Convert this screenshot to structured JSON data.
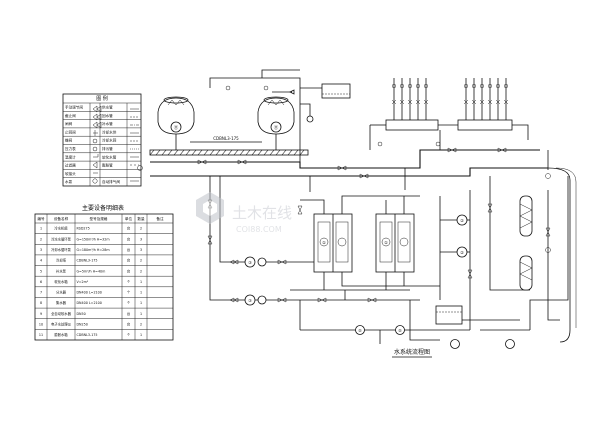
{
  "drawing": {
    "legend_title": "图 例",
    "legend_rows": [
      {
        "name": "手动调节阀",
        "name2": "供水管"
      },
      {
        "name": "截止阀",
        "name2": "回水管"
      },
      {
        "name": "闸阀",
        "name2": "补水管"
      },
      {
        "name": "止回阀",
        "name2": "冷却水供"
      },
      {
        "name": "蝶阀",
        "name2": "冷却水回"
      },
      {
        "name": "压力表",
        "name2": "排污管"
      },
      {
        "name": "温度计",
        "name2": "软化水管"
      },
      {
        "name": "过滤器",
        "name2": "膨胀管"
      },
      {
        "name": "软接头",
        "name2": ""
      },
      {
        "name": "水泵",
        "name2": "自动排气阀"
      }
    ],
    "equipment_title": "主要设备明细表",
    "equipment_headers": [
      "编号",
      "设备名称",
      "型号及规格",
      "单位",
      "数量",
      "备注"
    ],
    "equipment_rows": [
      {
        "no": "1",
        "name": "冷水机组",
        "spec": "RSD275",
        "unit": "台",
        "qty": "2"
      },
      {
        "no": "2",
        "name": "冷冻水循环泵",
        "spec": "G=150m³/h H=32m",
        "unit": "台",
        "qty": "3"
      },
      {
        "no": "3",
        "name": "冷却水循环泵",
        "spec": "G=180m³/h H=28m",
        "unit": "台",
        "qty": "3"
      },
      {
        "no": "4",
        "name": "冷却塔",
        "spec": "CDBNL3-175",
        "unit": "台",
        "qty": "2"
      },
      {
        "no": "5",
        "name": "补水泵",
        "spec": "G=5m³/h H=40m",
        "unit": "台",
        "qty": "2"
      },
      {
        "no": "6",
        "name": "软化水箱",
        "spec": "V=2m³",
        "unit": "个",
        "qty": "1"
      },
      {
        "no": "7",
        "name": "分水器",
        "spec": "DN400 L=2100",
        "unit": "个",
        "qty": "1"
      },
      {
        "no": "8",
        "name": "集水器",
        "spec": "DN400 L=2100",
        "unit": "个",
        "qty": "1"
      },
      {
        "no": "9",
        "name": "全自动软水器",
        "spec": "DN50",
        "unit": "台",
        "qty": "1"
      },
      {
        "no": "10",
        "name": "电子水处理仪",
        "spec": "DN250",
        "unit": "台",
        "qty": "2"
      },
      {
        "no": "11",
        "name": "膨胀水箱",
        "spec": "CDBNL3-175",
        "unit": "个",
        "qty": "1"
      }
    ],
    "diagram_title": "水系统流程图",
    "watermark_text": "土木在线",
    "watermark_sub": "COI88.COM"
  }
}
